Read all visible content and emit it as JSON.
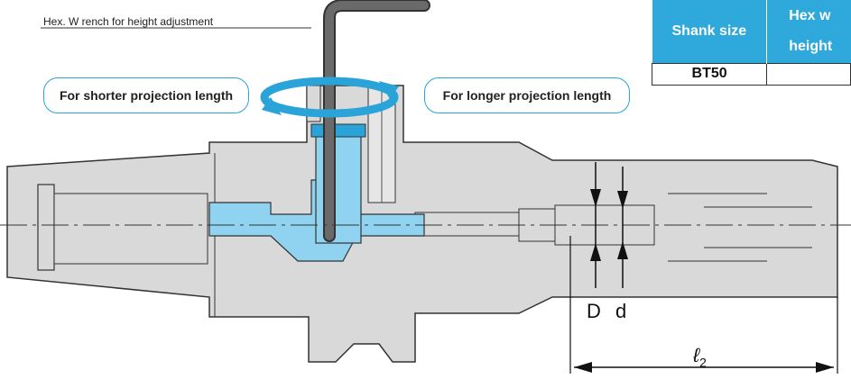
{
  "labels": {
    "wrench": "Hex. W rench for height adjustment",
    "shorter": "For shorter projection length",
    "longer": "For longer projection length",
    "dim_D": "D",
    "dim_d": "d",
    "dim_l": "ℓ",
    "dim_l_sub": "2"
  },
  "table": {
    "header_shank": "Shank size",
    "header_hex_line1": "Hex w",
    "header_hex_line2": "height",
    "row_shank": "BT50"
  },
  "colors": {
    "body": "#d9d9d9",
    "outline": "#333333",
    "highlight": "#8fd3f0",
    "accent": "#2aa3d8"
  }
}
